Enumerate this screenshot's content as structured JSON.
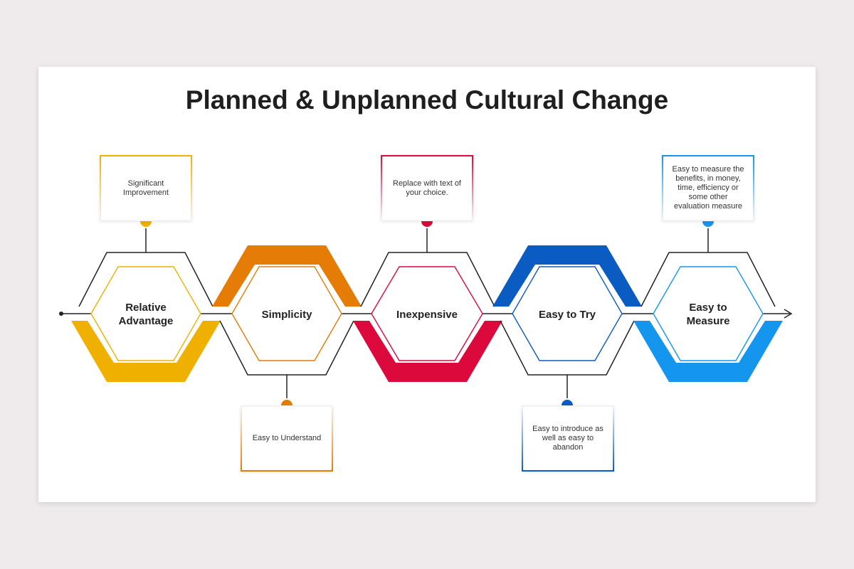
{
  "title": "Planned & Unplanned Cultural Change",
  "colors": {
    "yellow": "#f0b000",
    "orange": "#e57c05",
    "red": "#dc0a3c",
    "dark_blue": "#0a5cc2",
    "light_blue": "#1496ef"
  },
  "hexagons": [
    {
      "label_line1": "Relative",
      "label_line2": "Advantage",
      "color": "yellow",
      "note": "Significant Improvement"
    },
    {
      "label": "Simplicity",
      "color": "orange",
      "note": "Easy to Understand"
    },
    {
      "label": "Inexpensive",
      "color": "red",
      "note": "Replace with text of your choice."
    },
    {
      "label": "Easy to Try",
      "color": "dark_blue",
      "note": "Easy to introduce as well as easy to abandon"
    },
    {
      "label_line1": "Easy to",
      "label_line2": "Measure",
      "color": "light_blue",
      "note": "Easy to measure the benefits, in money, time, efficiency or some other evaluation measure"
    }
  ]
}
